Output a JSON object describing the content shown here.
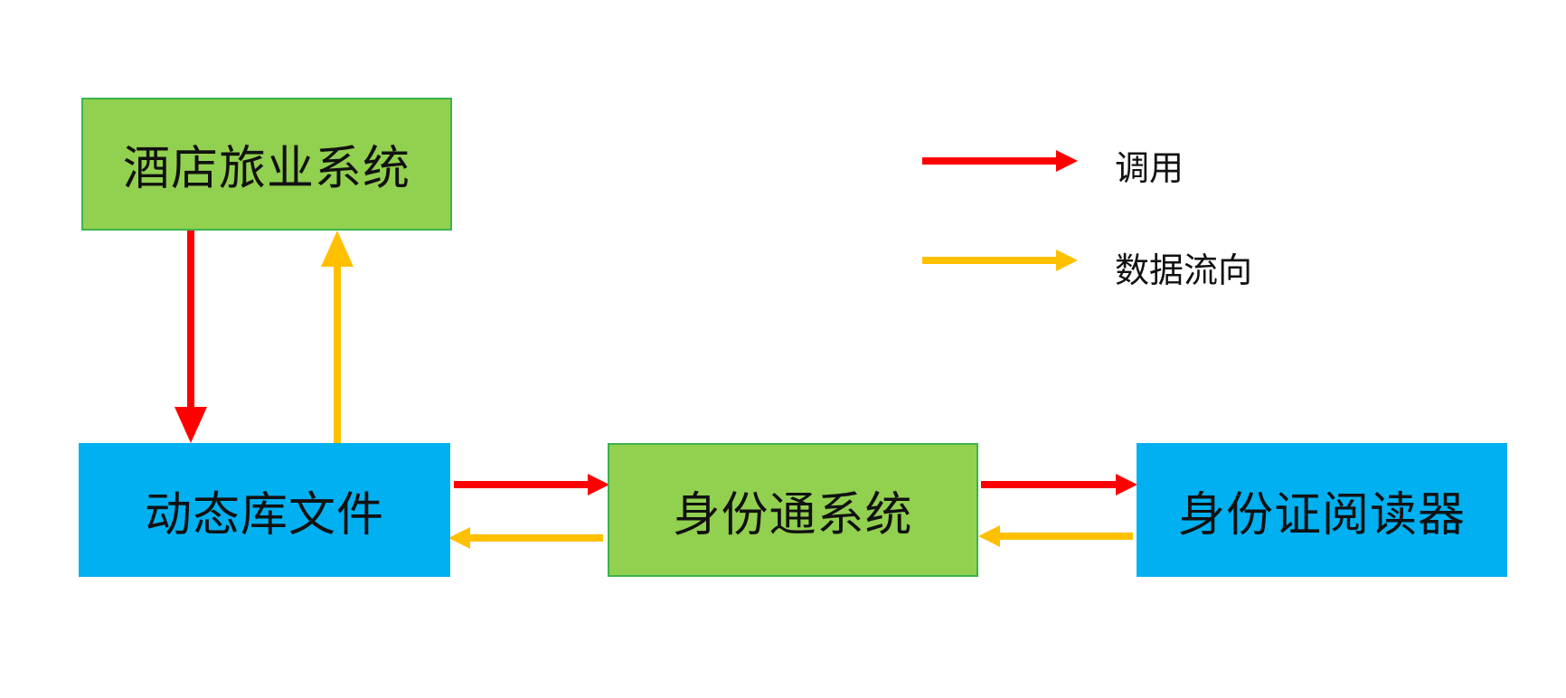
{
  "boxes": {
    "hotel": "酒店旅业系统",
    "dll": "动态库文件",
    "sft": "身份通系统",
    "reader": "身份证阅读器"
  },
  "legend": {
    "call_label": "调用",
    "flow_label": "数据流向"
  },
  "colors": {
    "call": "#ff0000",
    "flow": "#ffc000",
    "system_box": "#92d050",
    "component_box": "#00b0f0"
  }
}
